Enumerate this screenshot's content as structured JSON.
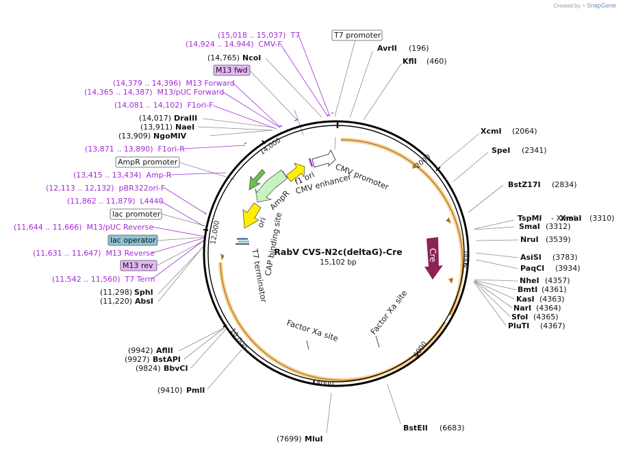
{
  "watermark": {
    "created_by": "Created by",
    "brand": "SnapGene"
  },
  "plasmid": {
    "name": "RabV CVS-N2c(deltaG)-Cre",
    "length": "15,102 bp"
  },
  "ring_ticks": [
    "2000",
    "4000",
    "6000",
    "8000",
    "10,000",
    "12,000",
    "14,000"
  ],
  "sites_right": [
    {
      "name": "AvrII",
      "pos": "(196)"
    },
    {
      "name": "KflI",
      "pos": "(460)"
    },
    {
      "name": "XcmI",
      "pos": "(2064)"
    },
    {
      "name": "SpeI",
      "pos": "(2341)"
    },
    {
      "name": "BstZ17I",
      "pos": "(2834)"
    },
    {
      "name": "TspMI",
      "mid": "- XmaI",
      "pos": "(3310)"
    },
    {
      "name": "SmaI",
      "pos": "(3312)"
    },
    {
      "name": "NruI",
      "pos": "(3539)"
    },
    {
      "name": "AsiSI",
      "pos": "(3783)"
    },
    {
      "name": "PaqCI",
      "pos": "(3934)"
    },
    {
      "name": "NheI",
      "pos": "(4357)"
    },
    {
      "name": "BmtI",
      "pos": "(4361)"
    },
    {
      "name": "KasI",
      "pos": "(4363)"
    },
    {
      "name": "NarI",
      "pos": "(4364)"
    },
    {
      "name": "SfoI",
      "pos": "(4365)"
    },
    {
      "name": "PluTI",
      "pos": "(4367)"
    },
    {
      "name": "BstEII",
      "pos": "(6683)"
    }
  ],
  "sites_left": [
    {
      "pos": "(14,765)",
      "name": "NcoI"
    },
    {
      "pos": "(14,017)",
      "name": "DraIII"
    },
    {
      "pos": "(13,911)",
      "name": "NaeI"
    },
    {
      "pos": "(13,909)",
      "name": "NgoMIV"
    },
    {
      "pos": "(11,298)",
      "name": "SphI"
    },
    {
      "pos": "(11,220)",
      "name": "AbsI"
    },
    {
      "pos": "(9942)",
      "name": "AflII"
    },
    {
      "pos": "(9927)",
      "name": "BstAPI"
    },
    {
      "pos": "(9824)",
      "name": "BbvCI"
    },
    {
      "pos": "(9410)",
      "name": "PmlI"
    },
    {
      "pos": "(7699)",
      "name": "MluI"
    }
  ],
  "primers": [
    "(15,018 .. 15,037)  T7",
    "(14,924 .. 14,944)  CMV-F",
    "(14,379 .. 14,396)  M13 Forward",
    "(14,365 .. 14,387)  M13/pUC Forward",
    "(14,081 .. 14,102)  F1ori-F",
    "(13,871 .. 13,890)  F1ori-R",
    "(13,415 .. 13,434)  Amp-R",
    "(12,113 .. 12,132)  pBR322ori-F",
    "(11,862 .. 11,879)  L4440",
    "(11,644 .. 11,666)  M13/pUC Reverse",
    "(11,631 .. 11,647)  M13 Reverse",
    "(11,542 .. 11,560)  T7 Term"
  ],
  "boxed_labels": {
    "t7_promoter": "T7 promoter",
    "m13_fwd": "M13 fwd",
    "ampr_promoter": "AmpR promoter",
    "lac_promoter": "lac promoter",
    "lac_operator": "lac operator",
    "m13_rev": "M13 rev"
  },
  "feature_labels": {
    "cmv_promoter": "CMV promoter",
    "cmv_enhancer": "CMV enhancer",
    "f1_ori": "f1 ori",
    "ampr": "AmpR",
    "ori": "ori",
    "cap_site": "CAP binding site",
    "t7_terminator": "T7 terminator",
    "cre": "Cre",
    "factor_xa_1": "Factor Xa site",
    "factor_xa_2": "Factor Xa site"
  },
  "colors": {
    "backbone": "#000000",
    "orf_highlight": "#f5d39a",
    "orf_arrow": "#b8741a",
    "primer": "#a22ad4",
    "cre": "#8b2357",
    "ampr": "#c8f2c0",
    "ori": "#ffee00",
    "lac_operator_box": "#8dc3d6",
    "m13_box": "#e3b6f5"
  }
}
